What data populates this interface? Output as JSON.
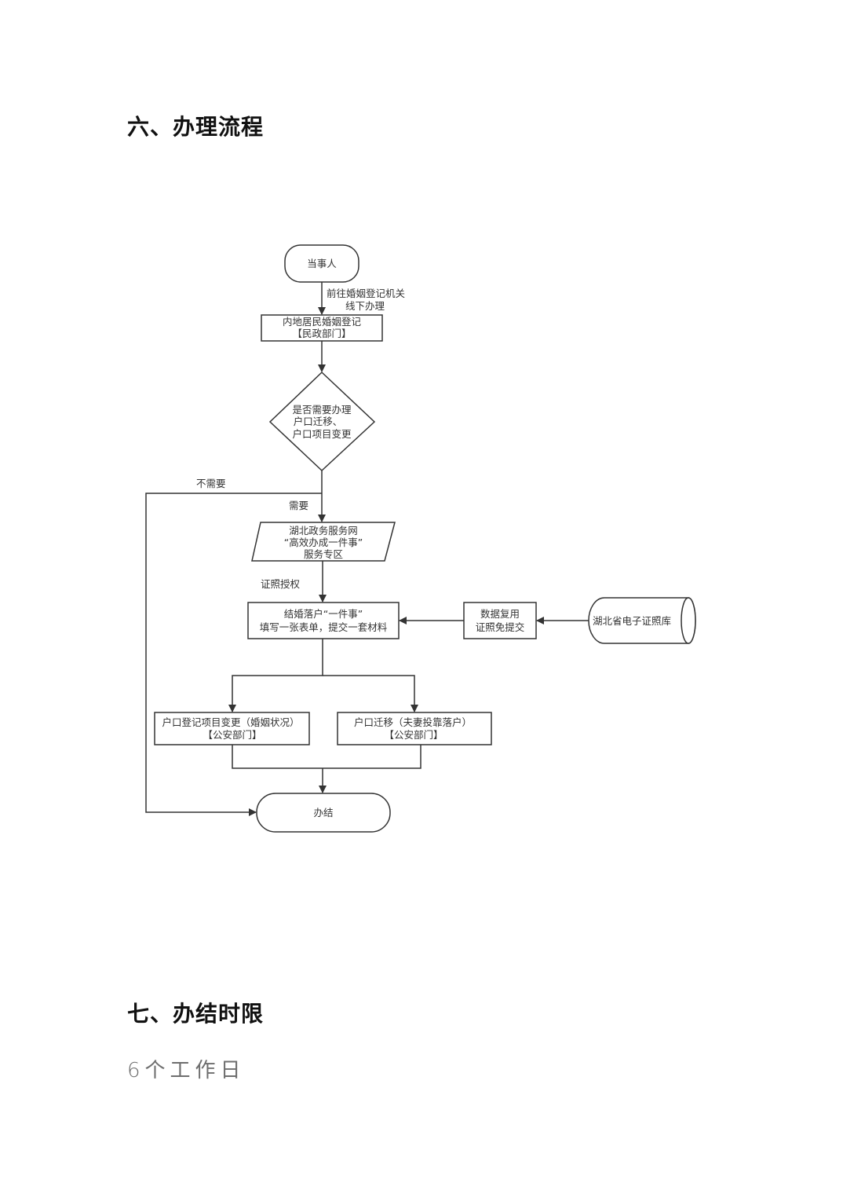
{
  "sections": [
    {
      "heading": "六、办理流程"
    },
    {
      "heading": "七、办结时限",
      "body": "6个工作日"
    }
  ],
  "flowchart": {
    "start": "当事人",
    "edge_start_label": [
      "前往婚姻登记机关",
      "线下办理"
    ],
    "registration": [
      "内地居民婚姻登记",
      "【民政部门】"
    ],
    "decision": [
      "是否需要办理",
      "户口迁移、",
      "户口项目变更"
    ],
    "no_label": "不需要",
    "yes_label": "需要",
    "portal": [
      "湖北政务服务网",
      "“高效办成一件事”",
      "服务专区"
    ],
    "auth_label": "证照授权",
    "one_thing": [
      "结婚落户“一件事”",
      "填写一张表单，提交一套材料"
    ],
    "data_reuse": [
      "数据复用",
      "证照免提交"
    ],
    "database": "湖北省电子证照库",
    "branch_left": [
      "户口登记项目变更（婚姻状况）",
      "【公安部门】"
    ],
    "branch_right": [
      "户口迁移（夫妻投靠落户）",
      "【公安部门】"
    ],
    "end": "办结"
  }
}
